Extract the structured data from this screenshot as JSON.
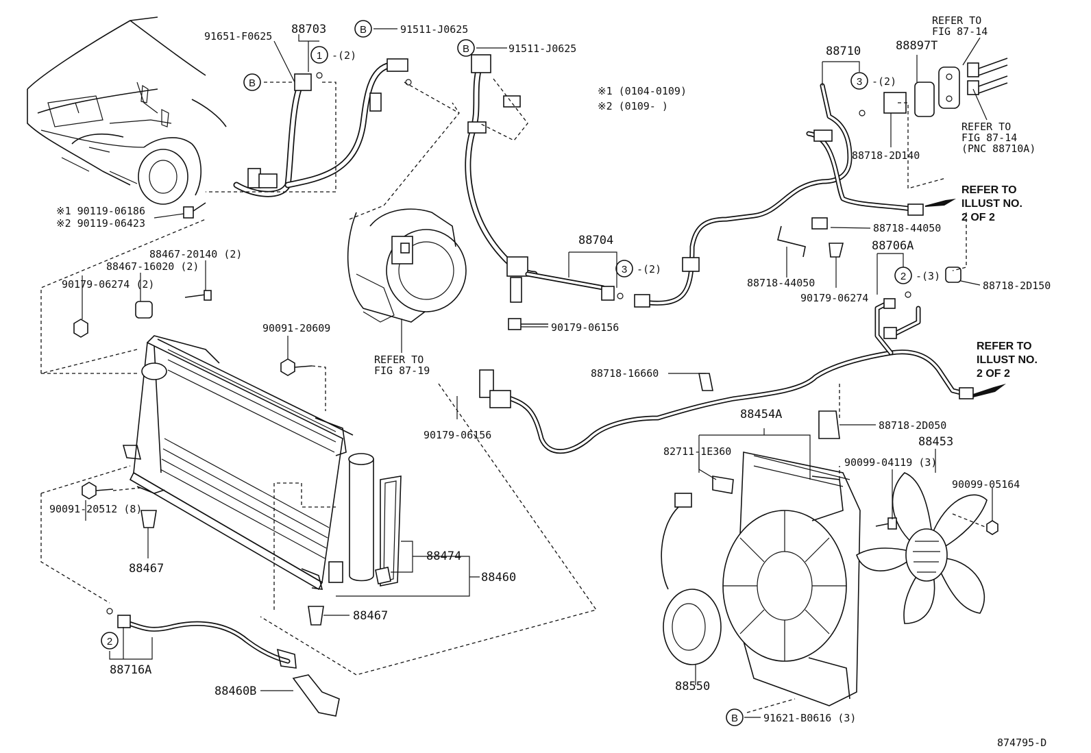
{
  "title_refs": {
    "note1": "※1 (0104-0109)",
    "note2": "※2 (0109-    )"
  },
  "labels": {
    "p91651": "91651-F0625",
    "p88703": "88703",
    "p91511a": "91511-J0625",
    "p91511b": "91511-J0625",
    "p90119a": "※1 90119-06186",
    "p90119b": "※2 90119-06423",
    "p88467a": "88467-20140 (2)",
    "p88467b": "88467-16020 (2)",
    "p90179a": "90179-06274 (2)",
    "p90091a": "90091-20609",
    "p90091b": "90091-20512 (8)",
    "p88467c": "88467",
    "p88467d": "88467",
    "p88716": "88716A",
    "p88460b": "88460B",
    "p88474": "88474",
    "p88460": "88460",
    "p90179b": "90179-06156",
    "p88704": "88704",
    "p90179c": "90179-06156",
    "refer87_19a": "REFER TO",
    "refer87_19b": "FIG 87-19",
    "p88710": "88710",
    "p88897": "88897T",
    "refer87_14a": "REFER TO",
    "refer87_14b": "FIG 87-14",
    "refer87_14c": "REFER TO",
    "refer87_14d": "FIG 87-14",
    "refer87_14e": "(PNC 88710A)",
    "p88718_2d140": "88718-2D140",
    "illust1a": "REFER TO",
    "illust1b": "ILLUST NO.",
    "illust1c": "2 OF 2",
    "p88718_44050a": "88718-44050",
    "p88718_44050b": "88718-44050",
    "p90179d": "90179-06274",
    "p88706": "88706A",
    "p88718_2d150": "88718-2D150",
    "illust2a": "REFER TO",
    "illust2b": "ILLUST NO.",
    "illust2c": "2 OF 2",
    "p88718_16660": "88718-16660",
    "p88454": "88454A",
    "p88718_2d050": "88718-2D050",
    "p82711": "82711-1E360",
    "p88453": "88453",
    "p90099a": "90099-04119 (3)",
    "p90099b": "90099-05164",
    "p88550": "88550",
    "p91621": "91621-B0616 (3)",
    "figno": "874795-D"
  },
  "callouts": {
    "c1": "1",
    "c1note": "-(2)",
    "c2a": "2",
    "c2note": "-(3)",
    "c2b": "2",
    "c3a": "3",
    "c3anote": "-(2)",
    "c3b": "3",
    "c3bnote": "-(2)",
    "b1": "B",
    "b2": "B",
    "b3": "B",
    "b4": "B"
  }
}
